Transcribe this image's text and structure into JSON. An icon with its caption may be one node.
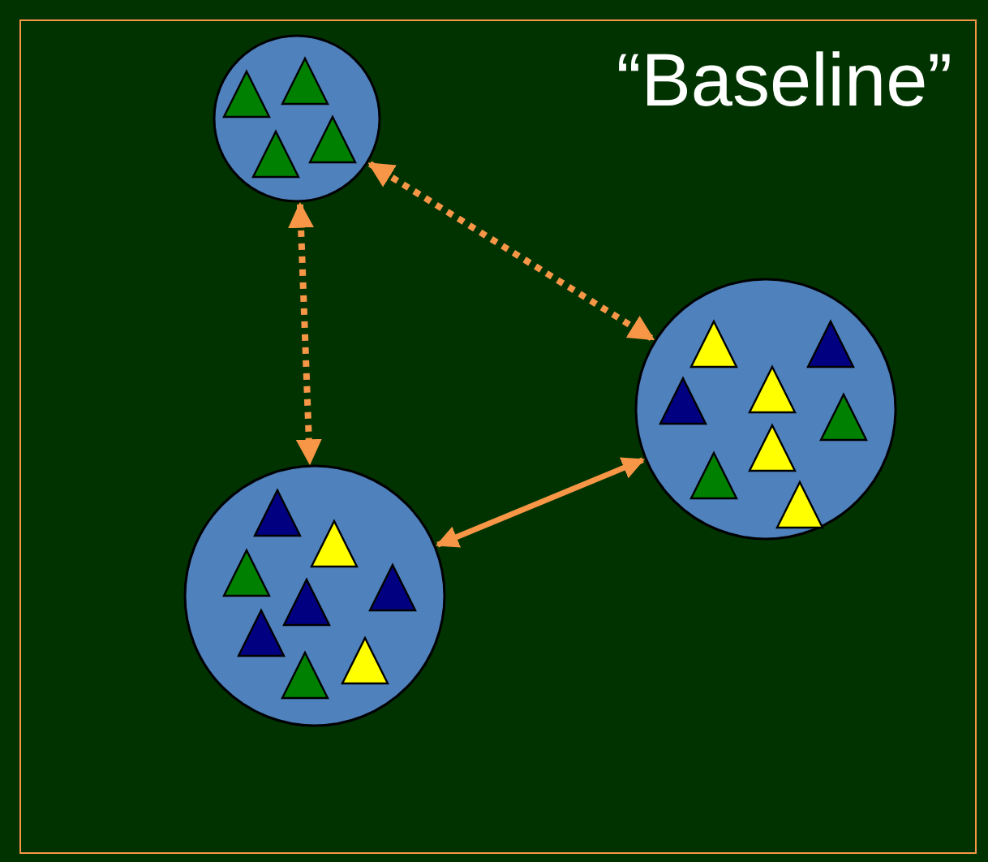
{
  "diagram": {
    "title": "“Baseline”",
    "nodes": [
      {
        "text": [],
        "shape": "circle"
      },
      {
        "text": [],
        "shape": "circle"
      },
      {
        "text": [],
        "shape": "circle"
      }
    ],
    "edges": [
      {
        "from": 0,
        "to": 1,
        "arrow": "both",
        "style": "dashed"
      },
      {
        "from": 0,
        "to": 2,
        "arrow": "both",
        "style": "dashed"
      },
      {
        "from": 2,
        "to": 1,
        "arrow": "both"
      }
    ]
  }
}
